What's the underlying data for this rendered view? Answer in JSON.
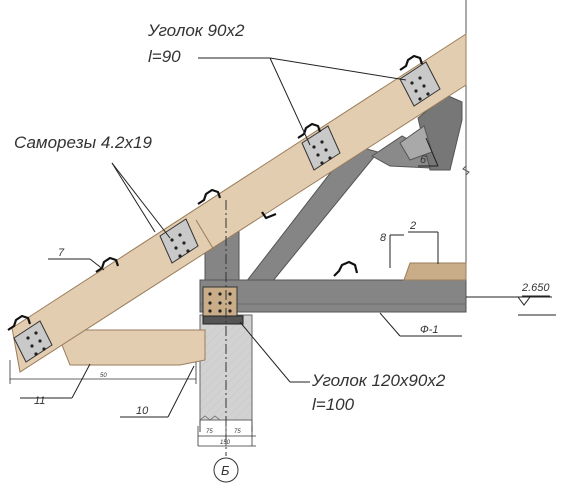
{
  "callouts": {
    "angle_90": {
      "line1": "Уголок 90х2",
      "line2": "l=90"
    },
    "screws": "Саморезы 4.2х19",
    "angle_120": {
      "line1": "Уголок 120х90х2",
      "line2": "l=100"
    }
  },
  "marks": {
    "m2": "2",
    "m6": "6",
    "m7": "7",
    "m8": "8",
    "m10": "10",
    "m11": "11",
    "phi1": "Ф-1",
    "elevation": "2.650",
    "axis": "Б"
  },
  "dims": {
    "d1": "50",
    "d2": "75",
    "d3": "75",
    "d4": "150"
  },
  "colors": {
    "wood": "#e3cdb0",
    "steel": "#858585",
    "steel_dark": "#777777",
    "concrete": "#d2d2d2",
    "plate": "#c9c9c9",
    "line": "#222222"
  }
}
